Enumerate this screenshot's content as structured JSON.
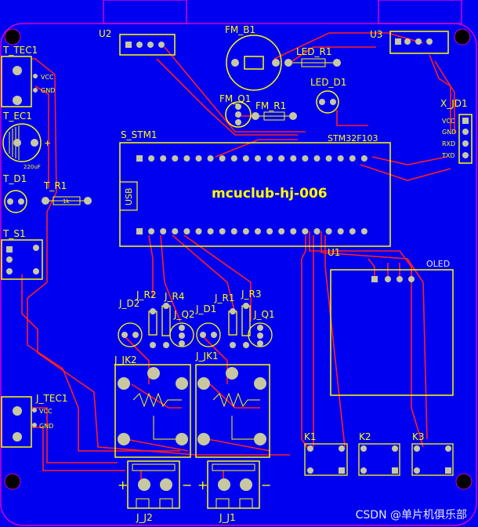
{
  "colors": {
    "board": "#0000f0",
    "silkscreen": "#ffff00",
    "copper_top": "#ff2020",
    "pad": "#c8c8a0",
    "pad_hole": "#3050c0",
    "keepout": "#d000d0",
    "white_text": "#e8e8ff"
  },
  "labels": {
    "u2": "U2",
    "fm_b1": "FM_B1",
    "led_r1": "LED_R1",
    "u3": "U3",
    "t_tec1": "T_TEC1",
    "vcc1": "VCC",
    "gnd1": "GND",
    "fm_q1": "FM_Q1",
    "fm_r1": "FM_R1",
    "led_d1": "LED_D1",
    "x_jd1": "X_JD1",
    "t_ec1": "T_EC1",
    "cap_val": "220uF",
    "s_stm1": "S_STM1",
    "stm32": "STM32F103",
    "vcc_x": "VCC",
    "gnd_x": "GND",
    "rxd": "RXD",
    "txd": "TXD",
    "t_d1": "T_D1",
    "t_r1": "T_R1",
    "r1k": "1k",
    "usb": "USB",
    "board_name": "mcuclub-hj-006",
    "t_s1": "T_S1",
    "u1": "U1",
    "oled": "OLED",
    "j_r2": "J_R2",
    "j_r4": "J_R4",
    "j_r1": "J_R1",
    "j_r3": "J_R3",
    "j_d2": "J_D2",
    "j_q2": "J_Q2",
    "j_d1": "J_D1",
    "j_q1": "J_Q1",
    "j_jk2": "J_JK2",
    "j_jk1": "J_JK1",
    "j_tec1": "J_TEC1",
    "vcc2": "VCC",
    "gnd2": "GND",
    "k1": "K1",
    "k2": "K2",
    "k3": "K3",
    "plus1": "+",
    "minus1": "−",
    "plus2": "+",
    "minus2": "−",
    "j_j2": "J_J2",
    "j_j1": "J_J1",
    "watermark": "CSDN @单片机俱乐部"
  }
}
